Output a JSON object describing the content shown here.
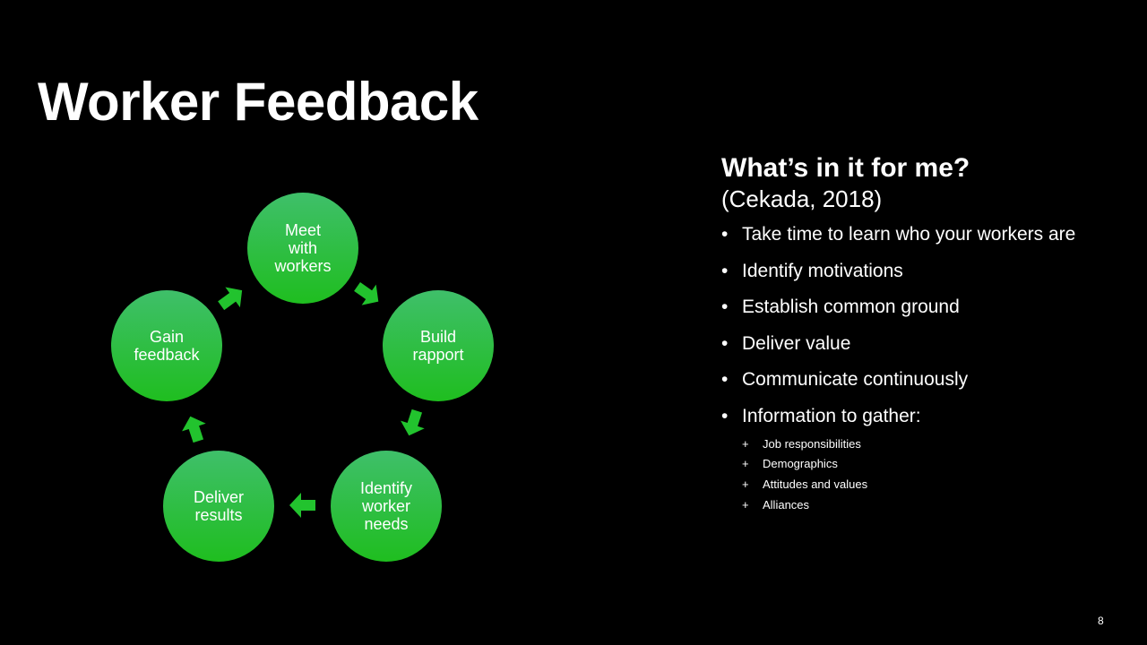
{
  "title": "Worker Feedback",
  "cycle": {
    "nodes": [
      {
        "label": "Meet\nwith\nworkers"
      },
      {
        "label": "Build\nrapport"
      },
      {
        "label": "Identify\nworker\nneeds"
      },
      {
        "label": "Deliver\nresults"
      },
      {
        "label": "Gain\nfeedback"
      }
    ],
    "gradient_top": "#3fbf6a",
    "gradient_bottom": "#1fbe1f",
    "arrow_color": "#22c32e"
  },
  "panel": {
    "heading": "What’s in it for me?",
    "citation": "(Cekada, 2018)",
    "bullet_marker": "•",
    "sub_marker": "+",
    "bullets": [
      {
        "text": "Take time to learn who your workers are"
      },
      {
        "text": "Identify motivations"
      },
      {
        "text": "Establish common ground"
      },
      {
        "text": "Deliver value"
      },
      {
        "text": "Communicate continuously"
      },
      {
        "text": "Information to gather:",
        "sub": [
          "Job responsibilities",
          "Demographics",
          "Attitudes and values",
          "Alliances"
        ]
      }
    ]
  },
  "page_number": "8"
}
